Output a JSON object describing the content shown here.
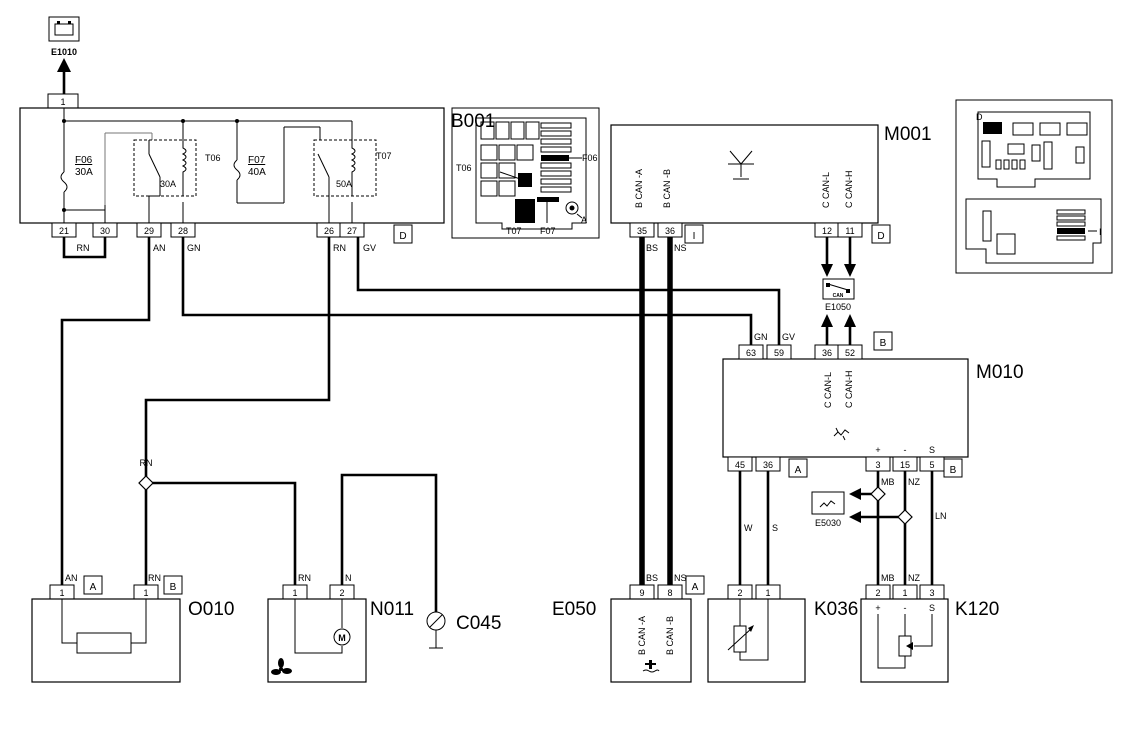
{
  "components": {
    "B001": "B001",
    "M001": "M001",
    "M010": "M010",
    "O010": "O010",
    "N011": "N011",
    "C045": "C045",
    "E050": "E050",
    "K036": "K036",
    "K120": "K120",
    "E1010": "E1010",
    "E1050": "E1050",
    "E5030": "E5030"
  },
  "connector_letters": {
    "b001": "D",
    "m001_left": "I",
    "m001_right": "D",
    "m010_top": "B",
    "m010_bottom_left": "A",
    "m010_bottom_right": "B",
    "o010_a": "A",
    "o010_b": "B",
    "e050": "A"
  },
  "fuses": {
    "f06_name": "F06",
    "f06_rating": "30A",
    "f07_name": "F07",
    "f07_rating": "40A"
  },
  "relays": {
    "t06": "T06",
    "t06_rating": "30A",
    "t07": "T07",
    "t07_rating": "50A"
  },
  "pins": {
    "b001_top": "1",
    "b001": [
      "21",
      "30",
      "29",
      "28",
      "26",
      "27"
    ],
    "m001_left": [
      "35",
      "36"
    ],
    "m001_right": [
      "12",
      "11"
    ],
    "m010_top": [
      "63",
      "59",
      "36",
      "52"
    ],
    "m010_bottom_left": [
      "45",
      "36"
    ],
    "m010_bottom_right": [
      "3",
      "15",
      "5"
    ],
    "o010": [
      "1",
      "1"
    ],
    "n011": [
      "1",
      "2"
    ],
    "e050": [
      "9",
      "8"
    ],
    "k036": [
      "2",
      "1"
    ],
    "k120": [
      "2",
      "1",
      "3"
    ]
  },
  "wire_colors": {
    "rn_jumper": "RN",
    "an": "AN",
    "gn": "GN",
    "rn": "RN",
    "gv": "GV",
    "bs": "BS",
    "ns": "NS",
    "gn_m010": "GN",
    "gv_m010": "GV",
    "rn_splice": "RN",
    "an_o010": "AN",
    "rn_o010": "RN",
    "rn_n011": "RN",
    "n_n011": "N",
    "bs_e050": "BS",
    "ns_e050": "NS",
    "w": "W",
    "s": "S",
    "mb": "MB",
    "nz": "NZ",
    "ln": "LN",
    "mb_k120": "MB",
    "nz_k120": "NZ"
  },
  "signals": {
    "b_can_a": "B CAN -A",
    "b_can_b": "B CAN -B",
    "c_can_l": "C CAN-L",
    "c_can_h": "C CAN-H",
    "m010_can_l": "C CAN-L",
    "m010_can_h": "C CAN-H",
    "e050_can_a": "B CAN -A",
    "e050_can_b": "B CAN -B"
  },
  "polarity": {
    "m010_plus": "+",
    "m010_minus": "-",
    "m010_s": "S",
    "k120_plus": "+",
    "k120_minus": "-",
    "k120_s": "S"
  },
  "inset_labels": {
    "fusebox_t06": "T06",
    "fusebox_f06": "F06",
    "fusebox_t07": "T07",
    "fusebox_f07": "F07",
    "fusebox_a": "A",
    "location_d": "D",
    "location_i": "I"
  },
  "small_labels": {
    "e1050_can": "CAN"
  }
}
